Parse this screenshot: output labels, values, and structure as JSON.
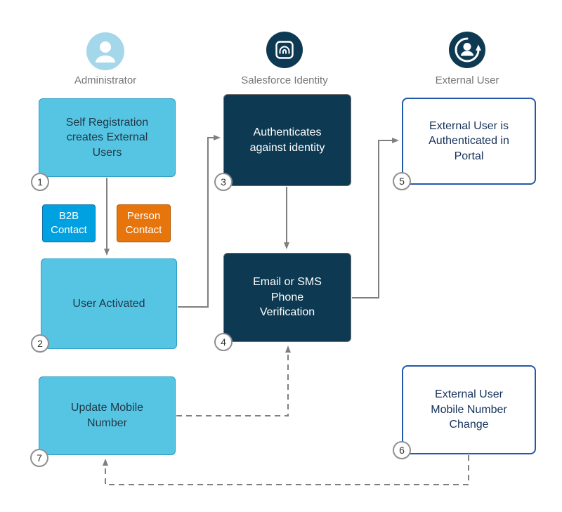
{
  "lanes": [
    {
      "label": "Administrator",
      "icon": "administrator-icon"
    },
    {
      "label": "Salesforce Identity",
      "icon": "fingerprint-icon"
    },
    {
      "label": "External User",
      "icon": "external-user-refresh-icon"
    }
  ],
  "nodes": {
    "self_registration": {
      "label": "Self Registration\ncreates External\nUsers",
      "step": "1"
    },
    "b2b_contact": {
      "label": "B2B\nContact"
    },
    "person_contact": {
      "label": "Person\nContact"
    },
    "user_activated": {
      "label": "User Activated",
      "step": "2"
    },
    "authenticates": {
      "label": "Authenticates\nagainst identity",
      "step": "3"
    },
    "email_sms_verification": {
      "label": "Email or SMS\nPhone\nVerification",
      "step": "4"
    },
    "authenticated_in_portal": {
      "label": "External User is\nAuthenticated in\nPortal",
      "step": "5"
    },
    "mobile_number_change": {
      "label": "External User\nMobile Number\nChange",
      "step": "6"
    },
    "update_mobile_number": {
      "label": "Update Mobile\nNumber",
      "step": "7"
    }
  },
  "colors": {
    "light_blue": "#56C5E4",
    "navy": "#0D3A52",
    "blue": "#00A1E0",
    "orange": "#E8750C",
    "white_box_border": "#2458A8",
    "arrow": "#7F7F7F",
    "lane_label": "#767676",
    "admin_icon_bg": "#A5D7EA"
  }
}
